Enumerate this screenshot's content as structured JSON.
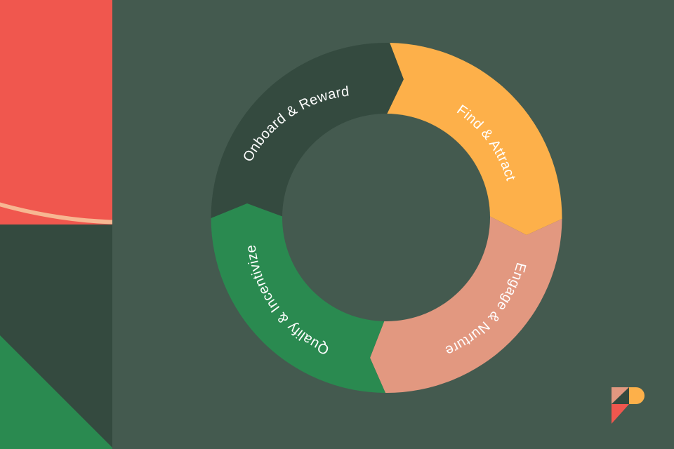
{
  "colors": {
    "background": "#445a4f",
    "coral": "#f0574e",
    "peach": "#f7b792",
    "dark_green": "#344a3f",
    "green": "#2a8a50",
    "orange": "#fdb04a",
    "salmon": "#e29880",
    "label_text": "#ffffff"
  },
  "cycle": {
    "segments": [
      {
        "label": "Find & Attract",
        "color": "#fdb04a"
      },
      {
        "label": "Engage & Nurture",
        "color": "#e29880"
      },
      {
        "label": "Qualify & Incentivize",
        "color": "#2a8a50"
      },
      {
        "label": "Onboard & Reward",
        "color": "#344a3f"
      }
    ]
  },
  "logo": {
    "name": "brand-logo-icon"
  }
}
